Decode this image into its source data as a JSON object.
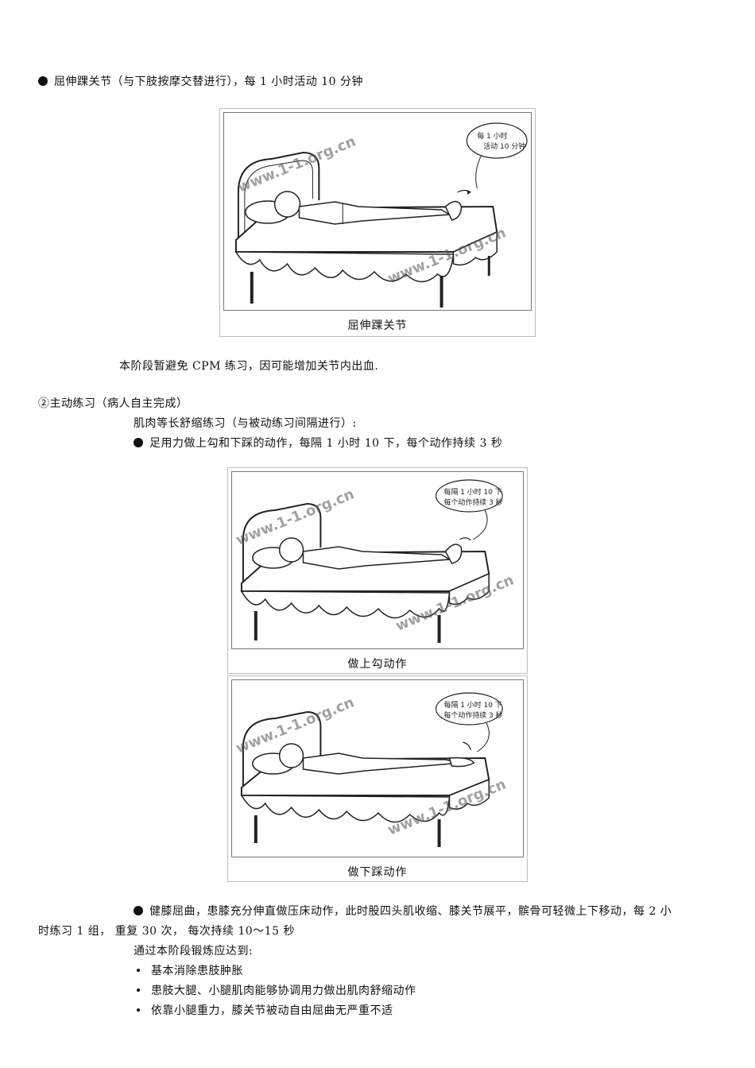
{
  "section1": {
    "ankle_line": "屈伸踝关节（与下肢按摩交替进行），每 1 小时活动 10 分钟"
  },
  "figure1": {
    "caption": "屈伸踝关节",
    "bubble_line1": "每 1 小时",
    "bubble_line2": "活动 10 分钟",
    "watermark": "www.1-1.org.cn"
  },
  "note": "本阶段暂避免 CPM 练习，因可能增加关节内出血.",
  "section2": {
    "heading": "②主动练习（病人自主完成）",
    "sub": "肌肉等长舒缩练习（与被动练习间隔进行）:",
    "bullet": "足用力做上勾和下踩的动作，每隔 1 小时 10 下，每个动作持续 3 秒"
  },
  "figure2": {
    "caption": "做上勾动作",
    "bubble_line1": "每隔 1 小时 10 下",
    "bubble_line2": "每个动作持续 3 秒",
    "watermark": "www.1-1.org.cn"
  },
  "figure3": {
    "caption": "做下踩动作",
    "bubble_line1": "每隔 1 小时 10 下",
    "bubble_line2": "每个动作持续 3 秒",
    "watermark": "www.1-1.org.cn"
  },
  "section3": {
    "knee_line1": "健膝屈曲，患膝充分伸直做压床动作，此时股四头肌收缩、膝关节展平，髌骨可轻微上下移动，每 2 小",
    "knee_line2": "时练习 1 组，  重复 30 次，  每次持续 10～15 秒",
    "goal_intro": "通过本阶段锻炼应达到:",
    "goals": [
      "基本消除患肢肿胀",
      "患肢大腿、小腿肌肉能够协调用力做出肌肉舒缩动作",
      "依靠小腿重力，膝关节被动自由屈曲无严重不适"
    ]
  }
}
